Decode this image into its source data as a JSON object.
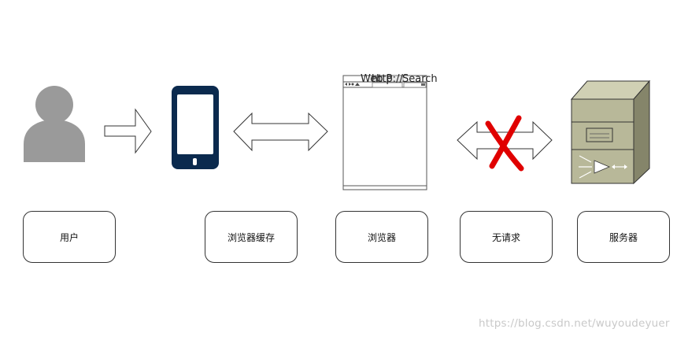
{
  "labels": {
    "user": "用户",
    "browser_cache": "浏览器缓存",
    "browser": "浏览器",
    "no_request": "无请求",
    "server": "服务器"
  },
  "browser_window": {
    "tab_text": "Web P",
    "address_text": "http://",
    "search_text": "Search"
  },
  "watermark": "https://blog.csdn.net/wuyoudeyuer",
  "colors": {
    "user_icon": "#9a9a9a",
    "phone": "#0b2a4e",
    "cross": "#e00000",
    "server_face": "#b8b899",
    "server_side": "#85856a",
    "server_top": "#d0d0b4"
  }
}
